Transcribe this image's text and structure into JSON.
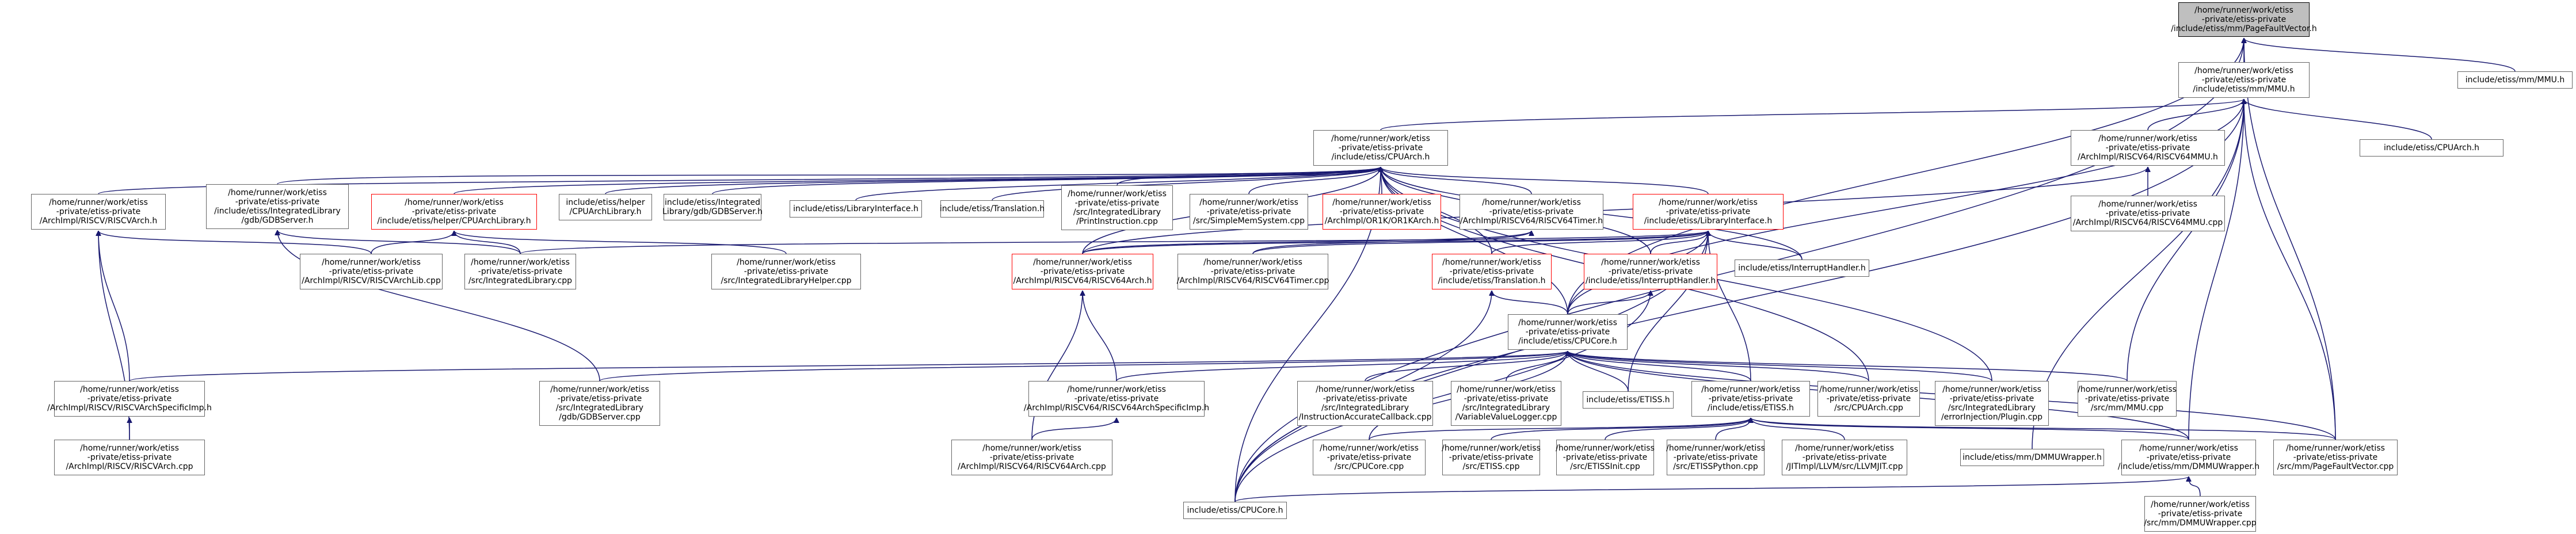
{
  "colors": {
    "edge": "#191970",
    "node_border": "#666666",
    "red_border": "#ff0000",
    "focus_fill": "#bfbfbf"
  },
  "nodes": [
    {
      "id": "n0",
      "label": "/home/runner/work/etiss\n-private/etiss-private\n/include/etiss/mm/PageFaultVector.h",
      "style": "focus"
    },
    {
      "id": "n1",
      "label": "/home/runner/work/etiss\n-private/etiss-private\n/include/etiss/mm/MMU.h",
      "style": "normal"
    },
    {
      "id": "n2",
      "label": "include/etiss/mm/MMU.h",
      "style": "normal"
    },
    {
      "id": "n3",
      "label": "/home/runner/work/etiss\n-private/etiss-private\n/include/etiss/CPUArch.h",
      "style": "normal"
    },
    {
      "id": "n4",
      "label": "/home/runner/work/etiss\n-private/etiss-private\n/ArchImpl/RISCV64/RISCV64MMU.h",
      "style": "normal"
    },
    {
      "id": "n5",
      "label": "include/etiss/CPUArch.h",
      "style": "normal"
    },
    {
      "id": "n6",
      "label": "/home/runner/work/etiss\n-private/etiss-private\n/ArchImpl/RISCV64/RISCV64MMU.cpp",
      "style": "normal"
    },
    {
      "id": "n7",
      "label": "/home/runner/work/etiss\n-private/etiss-private\n/ArchImpl/RISCV/RISCVArch.h",
      "style": "normal"
    },
    {
      "id": "n8",
      "label": "/home/runner/work/etiss\n-private/etiss-private\n/include/etiss/IntegratedLibrary\n/gdb/GDBServer.h",
      "style": "normal"
    },
    {
      "id": "n9",
      "label": "/home/runner/work/etiss\n-private/etiss-private\n/include/etiss/helper/CPUArchLibrary.h",
      "style": "red"
    },
    {
      "id": "n10",
      "label": "include/etiss/helper\n/CPUArchLibrary.h",
      "style": "normal"
    },
    {
      "id": "n11",
      "label": "include/etiss/Integrated\nLibrary/gdb/GDBServer.h",
      "style": "normal"
    },
    {
      "id": "n12",
      "label": "include/etiss/LibraryInterface.h",
      "style": "normal"
    },
    {
      "id": "n13",
      "label": "include/etiss/Translation.h",
      "style": "normal"
    },
    {
      "id": "n14",
      "label": "/home/runner/work/etiss\n-private/etiss-private\n/src/IntegratedLibrary\n/PrintInstruction.cpp",
      "style": "normal"
    },
    {
      "id": "n15",
      "label": "/home/runner/work/etiss\n-private/etiss-private\n/src/SimpleMemSystem.cpp",
      "style": "normal"
    },
    {
      "id": "n16",
      "label": "/home/runner/work/etiss\n-private/etiss-private\n/ArchImpl/OR1K/OR1KArch.h",
      "style": "red"
    },
    {
      "id": "n17",
      "label": "/home/runner/work/etiss\n-private/etiss-private\n/ArchImpl/RISCV64/RISCV64Timer.h",
      "style": "normal"
    },
    {
      "id": "n18",
      "label": "/home/runner/work/etiss\n-private/etiss-private\n/include/etiss/LibraryInterface.h",
      "style": "red"
    },
    {
      "id": "n19",
      "label": "/home/runner/work/etiss\n-private/etiss-private\n/ArchImpl/RISCV/RISCVArchLib.cpp",
      "style": "normal"
    },
    {
      "id": "n20",
      "label": "/home/runner/work/etiss\n-private/etiss-private\n/src/IntegratedLibrary.cpp",
      "style": "normal"
    },
    {
      "id": "n21",
      "label": "/home/runner/work/etiss\n-private/etiss-private\n/src/IntegratedLibraryHelper.cpp",
      "style": "normal"
    },
    {
      "id": "n22",
      "label": "/home/runner/work/etiss\n-private/etiss-private\n/ArchImpl/RISCV64/RISCV64Arch.h",
      "style": "red"
    },
    {
      "id": "n23",
      "label": "/home/runner/work/etiss\n-private/etiss-private\n/ArchImpl/RISCV64/RISCV64Timer.cpp",
      "style": "normal"
    },
    {
      "id": "n24",
      "label": "/home/runner/work/etiss\n-private/etiss-private\n/include/etiss/Translation.h",
      "style": "red"
    },
    {
      "id": "n25",
      "label": "/home/runner/work/etiss\n-private/etiss-private\n/include/etiss/InterruptHandler.h",
      "style": "red"
    },
    {
      "id": "n26",
      "label": "include/etiss/InterruptHandler.h",
      "style": "normal"
    },
    {
      "id": "n27",
      "label": "/home/runner/work/etiss\n-private/etiss-private\n/include/etiss/CPUCore.h",
      "style": "normal"
    },
    {
      "id": "n28",
      "label": "/home/runner/work/etiss\n-private/etiss-private\n/ArchImpl/RISCV/RISCVArchSpecificImp.h",
      "style": "normal"
    },
    {
      "id": "n29",
      "label": "/home/runner/work/etiss\n-private/etiss-private\n/src/IntegratedLibrary\n/gdb/GDBServer.cpp",
      "style": "normal"
    },
    {
      "id": "n30",
      "label": "/home/runner/work/etiss\n-private/etiss-private\n/ArchImpl/RISCV64/RISCV64ArchSpecificImp.h",
      "style": "normal"
    },
    {
      "id": "n31",
      "label": "/home/runner/work/etiss\n-private/etiss-private\n/src/IntegratedLibrary\n/InstructionAccurateCallback.cpp",
      "style": "normal"
    },
    {
      "id": "n32",
      "label": "/home/runner/work/etiss\n-private/etiss-private\n/src/IntegratedLibrary\n/VariableValueLogger.cpp",
      "style": "normal"
    },
    {
      "id": "n33",
      "label": "include/etiss/ETISS.h",
      "style": "normal"
    },
    {
      "id": "n34",
      "label": "/home/runner/work/etiss\n-private/etiss-private\n/include/etiss/ETISS.h",
      "style": "normal"
    },
    {
      "id": "n35",
      "label": "/home/runner/work/etiss\n-private/etiss-private\n/src/CPUArch.cpp",
      "style": "normal"
    },
    {
      "id": "n36",
      "label": "/home/runner/work/etiss\n-private/etiss-private\n/src/IntegratedLibrary\n/errorInjection/Plugin.cpp",
      "style": "normal"
    },
    {
      "id": "n37",
      "label": "/home/runner/work/etiss\n-private/etiss-private\n/src/mm/MMU.cpp",
      "style": "normal"
    },
    {
      "id": "n38",
      "label": "/home/runner/work/etiss\n-private/etiss-private\n/ArchImpl/RISCV/RISCVArch.cpp",
      "style": "normal"
    },
    {
      "id": "n39",
      "label": "/home/runner/work/etiss\n-private/etiss-private\n/ArchImpl/RISCV64/RISCV64Arch.cpp",
      "style": "normal"
    },
    {
      "id": "n40",
      "label": "/home/runner/work/etiss\n-private/etiss-private\n/src/CPUCore.cpp",
      "style": "normal"
    },
    {
      "id": "n41",
      "label": "/home/runner/work/etiss\n-private/etiss-private\n/src/ETISS.cpp",
      "style": "normal"
    },
    {
      "id": "n42",
      "label": "/home/runner/work/etiss\n-private/etiss-private\n/src/ETISSInit.cpp",
      "style": "normal"
    },
    {
      "id": "n43",
      "label": "/home/runner/work/etiss\n-private/etiss-private\n/src/ETISSPython.cpp",
      "style": "normal"
    },
    {
      "id": "n44",
      "label": "/home/runner/work/etiss\n-private/etiss-private\n/JITImpl/LLVM/src/LLVMJIT.cpp",
      "style": "normal"
    },
    {
      "id": "n45",
      "label": "include/etiss/mm/DMMUWrapper.h",
      "style": "normal"
    },
    {
      "id": "n46",
      "label": "/home/runner/work/etiss\n-private/etiss-private\n/include/etiss/mm/DMMUWrapper.h",
      "style": "normal"
    },
    {
      "id": "n47",
      "label": "/home/runner/work/etiss\n-private/etiss-private\n/src/mm/PageFaultVector.cpp",
      "style": "normal"
    },
    {
      "id": "n48",
      "label": "include/etiss/CPUCore.h",
      "style": "normal"
    },
    {
      "id": "n49",
      "label": "/home/runner/work/etiss\n-private/etiss-private\n/src/mm/DMMUWrapper.cpp",
      "style": "normal"
    }
  ],
  "edges": [
    [
      "n0",
      "n1"
    ],
    [
      "n0",
      "n2"
    ],
    [
      "n0",
      "n27"
    ],
    [
      "n0",
      "n47"
    ],
    [
      "n0",
      "n48"
    ],
    [
      "n1",
      "n3"
    ],
    [
      "n1",
      "n4"
    ],
    [
      "n1",
      "n5"
    ],
    [
      "n1",
      "n27"
    ],
    [
      "n1",
      "n37"
    ],
    [
      "n1",
      "n45"
    ],
    [
      "n1",
      "n46"
    ],
    [
      "n1",
      "n47"
    ],
    [
      "n1",
      "n48"
    ],
    [
      "n3",
      "n7"
    ],
    [
      "n3",
      "n8"
    ],
    [
      "n3",
      "n9"
    ],
    [
      "n3",
      "n10"
    ],
    [
      "n3",
      "n11"
    ],
    [
      "n3",
      "n12"
    ],
    [
      "n3",
      "n13"
    ],
    [
      "n3",
      "n14"
    ],
    [
      "n3",
      "n15"
    ],
    [
      "n3",
      "n16"
    ],
    [
      "n3",
      "n17"
    ],
    [
      "n3",
      "n18"
    ],
    [
      "n3",
      "n22"
    ],
    [
      "n3",
      "n24"
    ],
    [
      "n3",
      "n25"
    ],
    [
      "n3",
      "n26"
    ],
    [
      "n3",
      "n27"
    ],
    [
      "n3",
      "n35"
    ],
    [
      "n3",
      "n36"
    ],
    [
      "n3",
      "n48"
    ],
    [
      "n4",
      "n6"
    ],
    [
      "n4",
      "n22"
    ],
    [
      "n7",
      "n19"
    ],
    [
      "n7",
      "n28"
    ],
    [
      "n7",
      "n38"
    ],
    [
      "n8",
      "n20"
    ],
    [
      "n8",
      "n29"
    ],
    [
      "n9",
      "n19"
    ],
    [
      "n9",
      "n20"
    ],
    [
      "n9",
      "n21"
    ],
    [
      "n17",
      "n22"
    ],
    [
      "n17",
      "n23"
    ],
    [
      "n18",
      "n20"
    ],
    [
      "n18",
      "n22"
    ],
    [
      "n18",
      "n23"
    ],
    [
      "n18",
      "n24"
    ],
    [
      "n18",
      "n25"
    ],
    [
      "n18",
      "n26"
    ],
    [
      "n18",
      "n27"
    ],
    [
      "n18",
      "n33"
    ],
    [
      "n18",
      "n34"
    ],
    [
      "n18",
      "n48"
    ],
    [
      "n22",
      "n30"
    ],
    [
      "n22",
      "n39"
    ],
    [
      "n24",
      "n27"
    ],
    [
      "n24",
      "n48"
    ],
    [
      "n25",
      "n27"
    ],
    [
      "n25",
      "n48"
    ],
    [
      "n27",
      "n28"
    ],
    [
      "n27",
      "n29"
    ],
    [
      "n27",
      "n30"
    ],
    [
      "n27",
      "n31"
    ],
    [
      "n27",
      "n32"
    ],
    [
      "n27",
      "n33"
    ],
    [
      "n27",
      "n34"
    ],
    [
      "n27",
      "n35"
    ],
    [
      "n27",
      "n36"
    ],
    [
      "n27",
      "n37"
    ],
    [
      "n27",
      "n40"
    ],
    [
      "n27",
      "n46"
    ],
    [
      "n27",
      "n47"
    ],
    [
      "n28",
      "n38"
    ],
    [
      "n30",
      "n39"
    ],
    [
      "n34",
      "n40"
    ],
    [
      "n34",
      "n41"
    ],
    [
      "n34",
      "n42"
    ],
    [
      "n34",
      "n43"
    ],
    [
      "n34",
      "n44"
    ],
    [
      "n34",
      "n46"
    ],
    [
      "n34",
      "n47"
    ],
    [
      "n46",
      "n48"
    ],
    [
      "n46",
      "n49"
    ]
  ]
}
